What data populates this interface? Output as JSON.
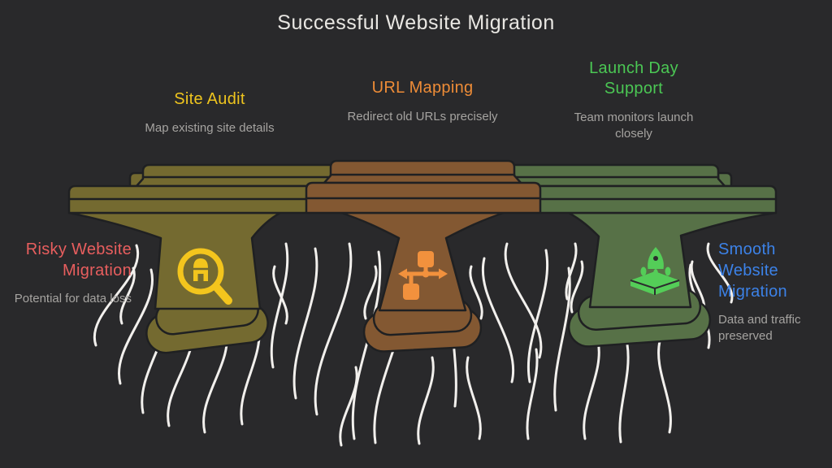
{
  "title": "Successful Website Migration",
  "steps": [
    {
      "id": "site-audit",
      "label": "Site Audit",
      "description": "Map existing site details",
      "icon": "magnifier-building-icon",
      "pillar_color_name": "olive"
    },
    {
      "id": "url-mapping",
      "label": "URL Mapping",
      "description": "Redirect old URLs precisely",
      "icon": "sitemap-redirect-icon",
      "pillar_color_name": "brown"
    },
    {
      "id": "launch-day-support",
      "label": "Launch Day Support",
      "description": "Team monitors launch closely",
      "icon": "rocket-launch-icon",
      "pillar_color_name": "green"
    }
  ],
  "left_outcome": {
    "label": "Risky Website Migration",
    "description": "Potential for data loss"
  },
  "right_outcome": {
    "label": "Smooth Website Migration",
    "description": "Data and traffic preserved"
  },
  "colors": {
    "background": "#29292b",
    "outline": "#1f2022",
    "title_text": "#e9e7e3",
    "muted_text": "#a5a3a0",
    "step_yellow": "#eec41e",
    "step_orange": "#ee8c37",
    "step_green": "#4bc754",
    "risky_red": "#e85e5e",
    "smooth_blue": "#3c82e8",
    "bridge_olive": "#746a30",
    "bridge_brown": "#835832",
    "bridge_green": "#577147",
    "icon_yellow": "#f3c51d",
    "icon_orange": "#f2913d",
    "icon_green": "#54cd58",
    "water": "#f2f0ed"
  }
}
